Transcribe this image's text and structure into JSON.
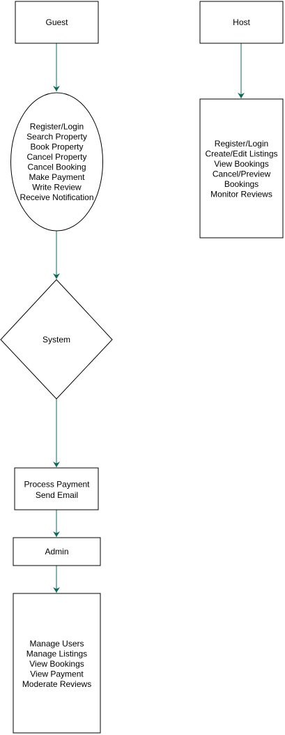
{
  "colors": {
    "edge": "#0b6b5a",
    "node_stroke": "#000000",
    "node_fill": "#ffffff"
  },
  "nodes": {
    "guest": {
      "lines": [
        "Guest"
      ]
    },
    "guest_actions": {
      "lines": [
        "Register/Login",
        "Search Property",
        "Book Property",
        "Cancel Property",
        "Cancel Booking",
        "Make Payment",
        "Write Review",
        "Receive Notification"
      ]
    },
    "system": {
      "lines": [
        "System"
      ]
    },
    "system_actions": {
      "lines": [
        "Process Payment",
        "Send Email"
      ]
    },
    "admin": {
      "lines": [
        "Admin"
      ]
    },
    "admin_actions": {
      "lines": [
        "Manage Users",
        "Manage Listings",
        "View Bookings",
        "View Payment",
        "Moderate Reviews"
      ]
    },
    "host": {
      "lines": [
        "Host"
      ]
    },
    "host_actions": {
      "lines": [
        "Register/Login",
        "Create/Edit Listings",
        "View Bookings",
        "Cancel/Preview",
        "Bookings",
        "Monitor Reviews"
      ]
    }
  },
  "edges": [
    {
      "from": "guest",
      "to": "guest_actions"
    },
    {
      "from": "guest_actions",
      "to": "system"
    },
    {
      "from": "system",
      "to": "system_actions"
    },
    {
      "from": "system_actions",
      "to": "admin"
    },
    {
      "from": "admin",
      "to": "admin_actions"
    },
    {
      "from": "host",
      "to": "host_actions"
    }
  ]
}
